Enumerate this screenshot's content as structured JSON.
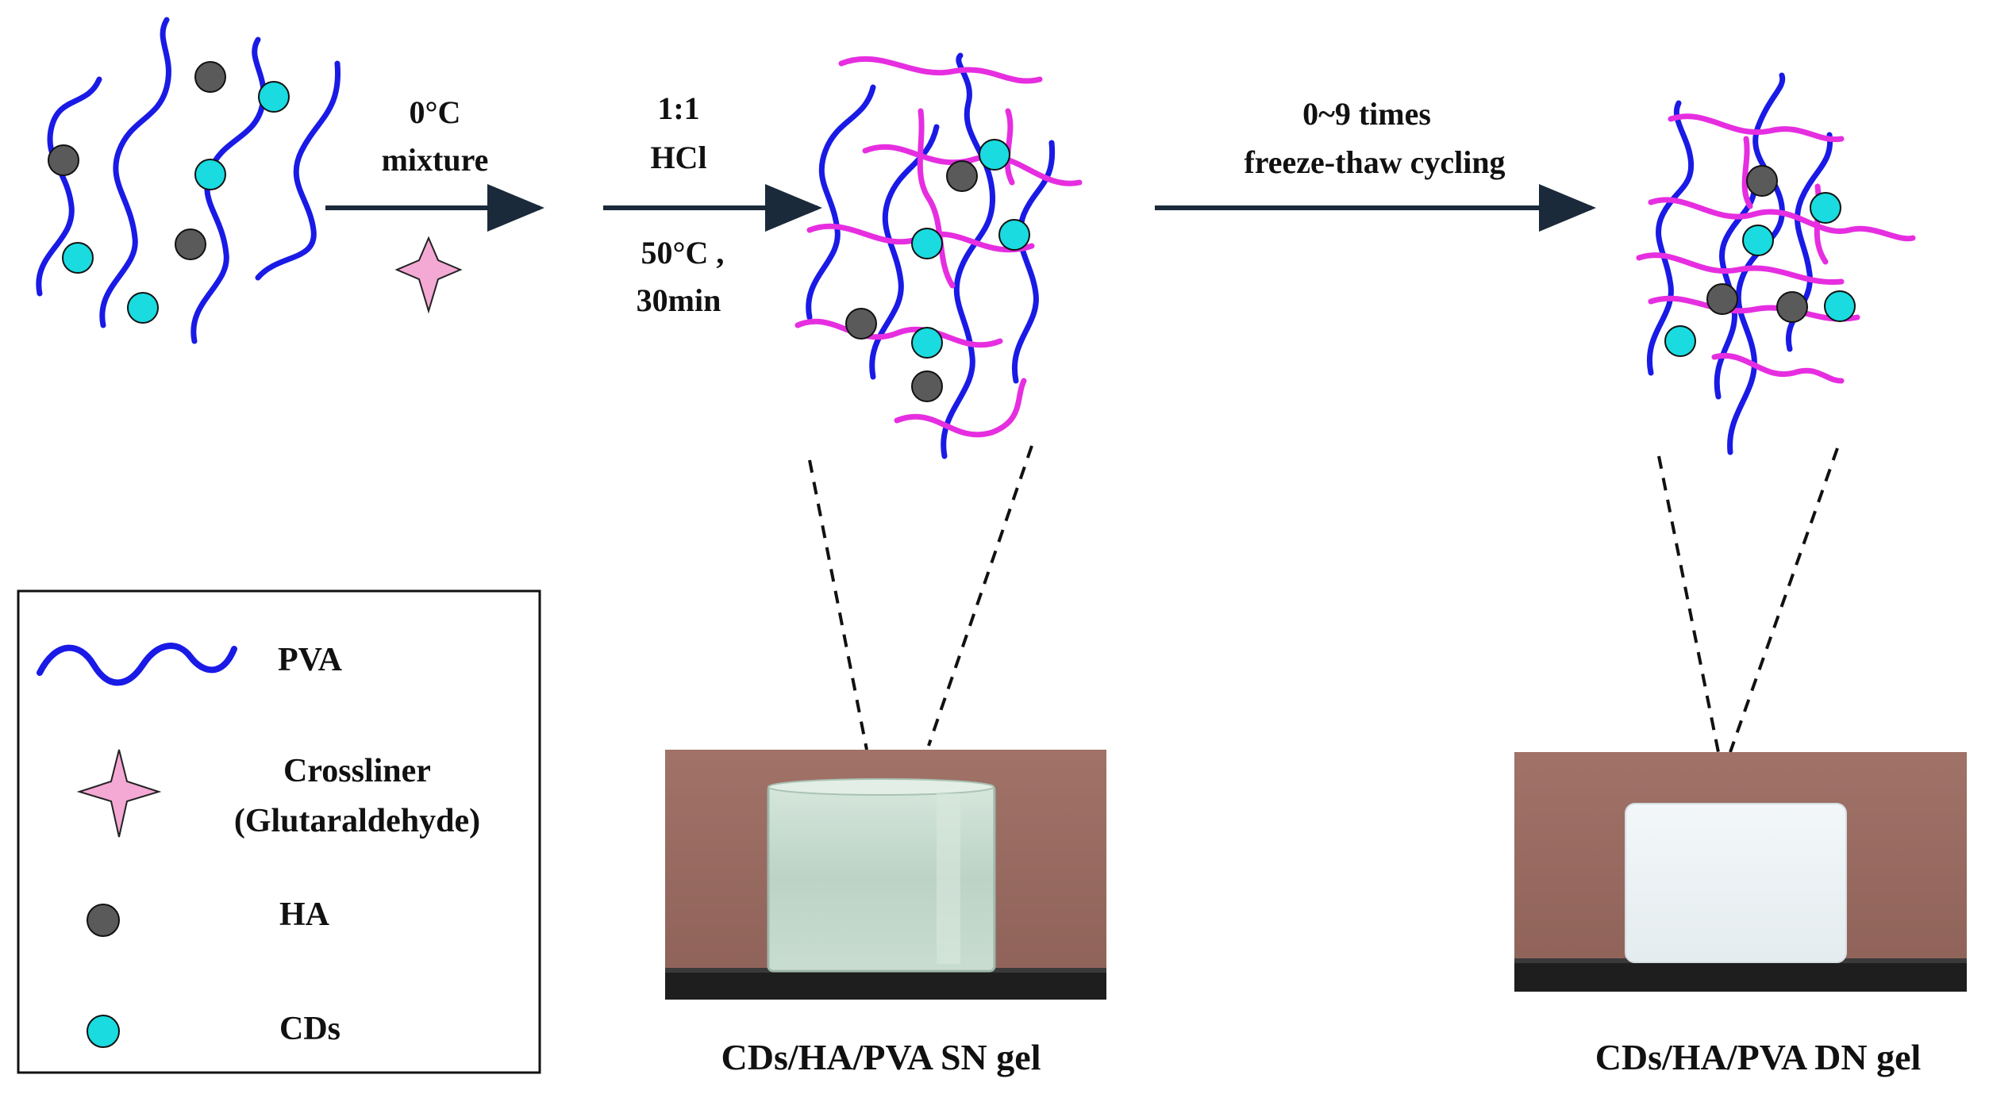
{
  "steps": {
    "s1_line1": "0°C",
    "s1_line2": "mixture",
    "s2_line1": "1:1",
    "s2_line2": "HCl",
    "s2_line3": "50°C ,",
    "s2_line4": "30min",
    "s3_line1": "0~9 times",
    "s3_line2": "freeze-thaw cycling"
  },
  "legend": {
    "pva": "PVA",
    "crosslinker_line1": "Crossliner",
    "crosslinker_line2": "(Glutaraldehyde)",
    "ha": "HA",
    "cds": "CDs"
  },
  "captions": {
    "sn_gel": "CDs/HA/PVA SN gel",
    "dn_gel": "CDs/HA/PVA DN gel"
  },
  "colors": {
    "pva": "#1a1ae6",
    "crosslink_chain": "#e62ee0",
    "ha": "#5a5a5a",
    "cds": "#19dbe0",
    "crosslinker_star": "#f4a8d4",
    "photo_background": "#9c6f66",
    "sn_gel": "#c9dccf",
    "dn_gel": "#eef3f5"
  }
}
